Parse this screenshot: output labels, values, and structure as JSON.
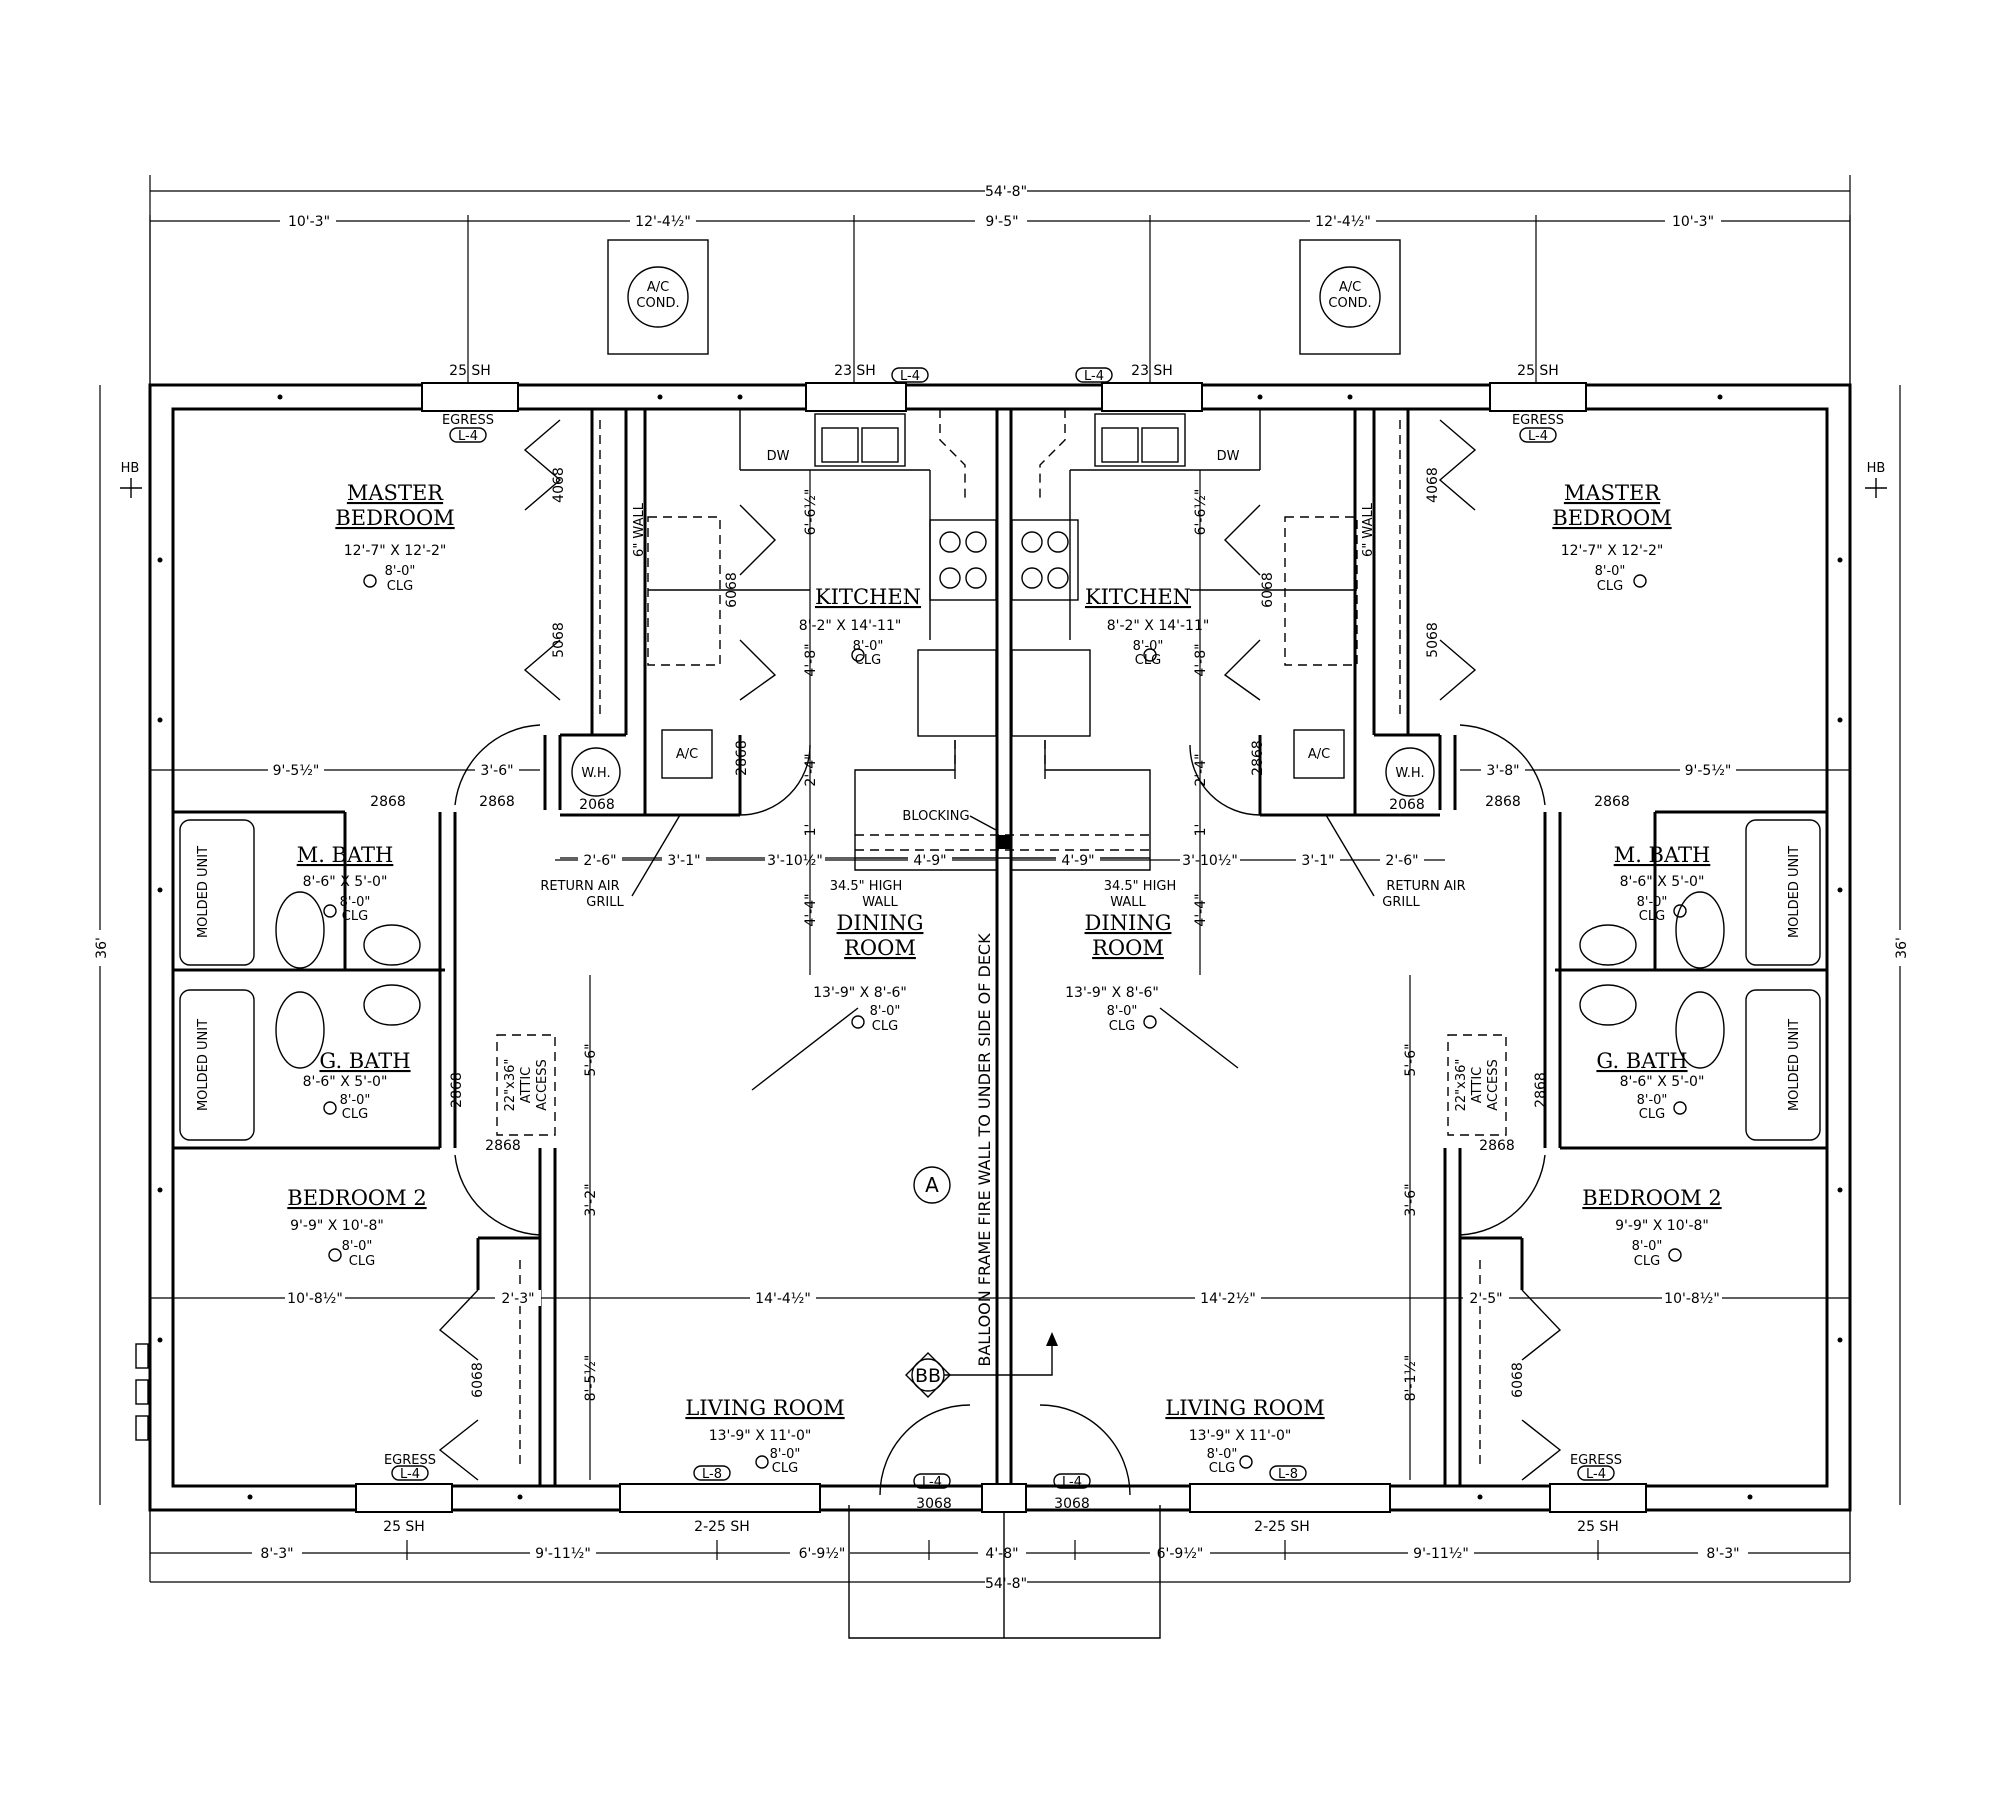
{
  "overall": {
    "top": "54'-8\"",
    "bottom": "54'-8\"",
    "left": "36'",
    "right": "36'"
  },
  "top_dims": [
    "10'-3\"",
    "12'-4½\"",
    "9'-5\"",
    "12'-4½\"",
    "10'-3\""
  ],
  "bottom_dims": [
    "8'-3\"",
    "9'-11½\"",
    "6'-9½\"",
    "4'-8\"",
    "6'-9½\"",
    "9'-11½\"",
    "8'-3\""
  ],
  "mid_dims_left": [
    "10'-8½\"",
    "2'-3\"",
    "14'-4½\""
  ],
  "mid_dims_right": [
    "14'-2½\"",
    "2'-5\"",
    "10'-8½\""
  ],
  "closet_dims_left": [
    "9'-5½\"",
    "3'-6\""
  ],
  "closet_dims_right": [
    "3'-8\"",
    "9'-5½\""
  ],
  "kitchen_row_dims_left": [
    "2'-6\"",
    "3'-1\"",
    "3'-10½\"",
    "4'-9\""
  ],
  "kitchen_row_dims_right": [
    "4'-9\"",
    "3'-10½\"",
    "3'-1\"",
    "2'-6\""
  ],
  "vertical_dims": [
    "6'-6½\"",
    "4'-8\"",
    "2'-4\"",
    "1'",
    "4'-4\"",
    "5'-6\"",
    "3'-2\"",
    "8'-5½\"",
    "3'-6\"",
    "8'-1½\""
  ],
  "equipment": {
    "ac_cond": [
      "A/C",
      "COND."
    ],
    "ac": "A/C",
    "wh": "W.H.",
    "dw": "DW",
    "hb": "HB"
  },
  "windows": {
    "top_l1": "25 SH",
    "top_l2": "23 SH",
    "top_r2": "23 SH",
    "top_r1": "25 SH",
    "bot_l1": "25 SH",
    "bot_l2": "2-25 SH",
    "bot_r2": "2-25 SH",
    "bot_r1": "25 SH"
  },
  "tags": {
    "l4": "L-4",
    "l8": "L-8",
    "egress": "EGRESS",
    "a": "A",
    "bb": "BB"
  },
  "doors": {
    "d4068": "4068",
    "d5068": "5068",
    "d6068": "6068",
    "d2868": "2868",
    "d2068": "2068",
    "d3068": "3068"
  },
  "notes": {
    "wall6": "6\" WALL",
    "blocking": "BLOCKING",
    "high_wall": [
      "34.5\" HIGH",
      "WALL"
    ],
    "return_air": [
      "RETURN AIR",
      "GRILL"
    ],
    "attic": [
      "22\"x36\"",
      "ATTIC",
      "ACCESS"
    ],
    "firewall": "BALLOON FRAME FIRE WALL TO UNDER SIDE OF DECK",
    "molded": "MOLDED UNIT"
  },
  "ceiling": {
    "height": "8'-0\"",
    "clg": "CLG"
  },
  "rooms": {
    "master": {
      "name": [
        "MASTER",
        "BEDROOM"
      ],
      "size": "12'-7\" X 12'-2\""
    },
    "kitchen": {
      "name": "KITCHEN",
      "size": "8'-2\" X 14'-11\""
    },
    "mbath": {
      "name": "M. BATH",
      "size": "8'-6\" X 5'-0\""
    },
    "gbath": {
      "name": "G. BATH",
      "size": "8'-6\" X 5'-0\""
    },
    "dining": {
      "name": [
        "DINING",
        "ROOM"
      ],
      "size": "13'-9\" X 8'-6\""
    },
    "bed2": {
      "name": "BEDROOM 2",
      "size": "9'-9\" X 10'-8\""
    },
    "living": {
      "name": "LIVING ROOM",
      "size": "13'-9\" X 11'-0\""
    }
  }
}
